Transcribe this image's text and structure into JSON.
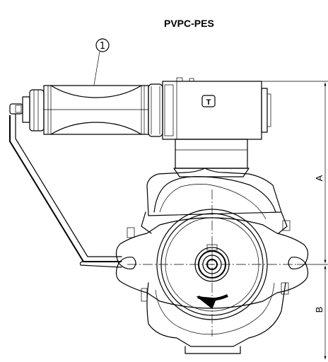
{
  "title": "PVPC-PES",
  "callout": "1",
  "tag": "T",
  "dimensions": {
    "a": "A",
    "b": "B"
  }
}
